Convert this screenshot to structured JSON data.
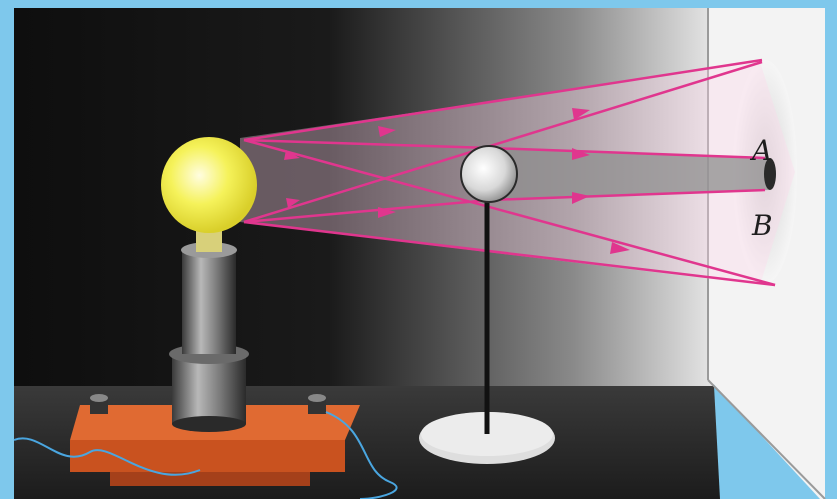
{
  "diagram": {
    "labels": {
      "a": "A",
      "b": "B"
    },
    "colors": {
      "frame_blue": "#7ec8ec",
      "room_dark": "#0d0d0d",
      "wall_white": "#f4f4f4",
      "light_ray": "#e0368e",
      "lamp_yellow": "#f2f046",
      "base_orange": "#e0672f",
      "wire_blue": "#4aa6e0"
    },
    "objects": [
      "light-bulb",
      "lamp-stand",
      "wooden-base",
      "opaque-ball",
      "ball-stand",
      "screen-wall",
      "shadow-region"
    ]
  }
}
